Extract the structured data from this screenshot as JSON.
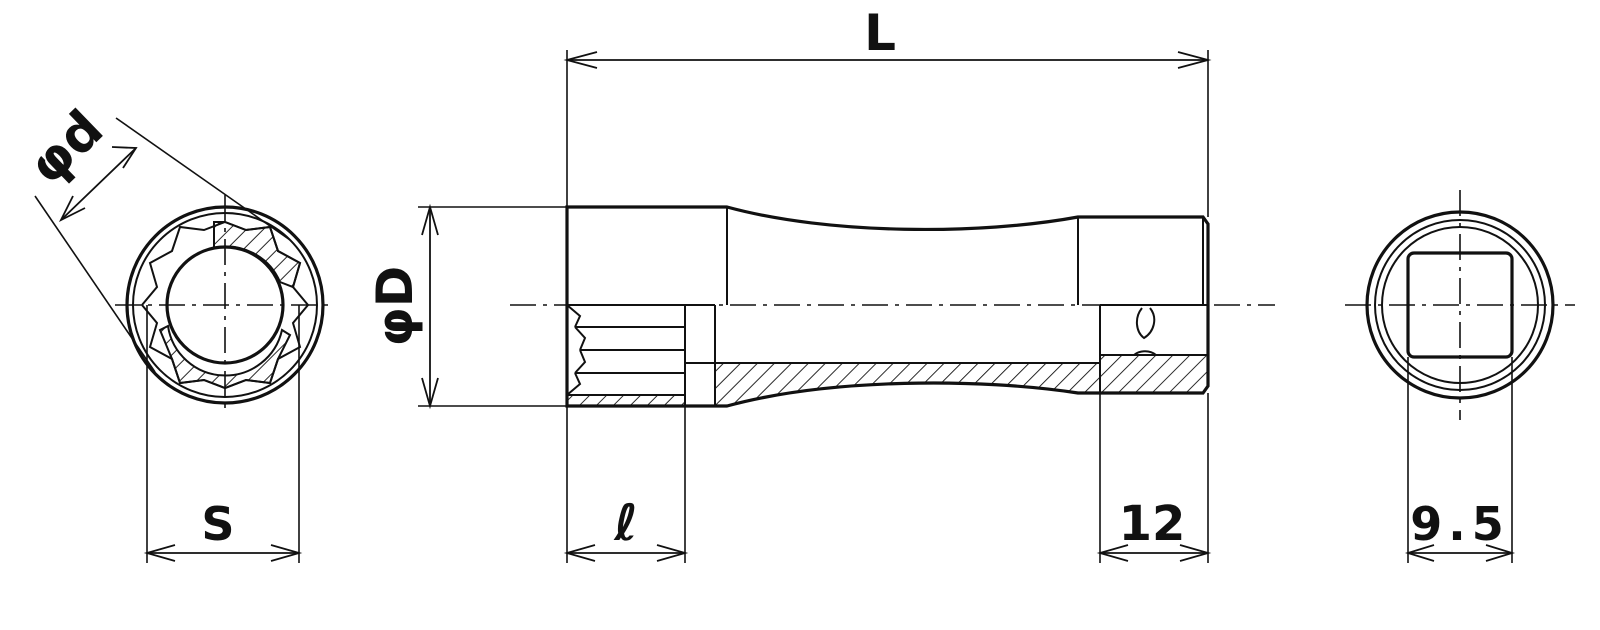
{
  "labels": {
    "length": "L",
    "outer_diameter": "φD",
    "inner_diameter": "φd",
    "socket_size": "S",
    "socket_depth": "ℓ",
    "drive_length": "12",
    "drive_size": "9.5"
  }
}
